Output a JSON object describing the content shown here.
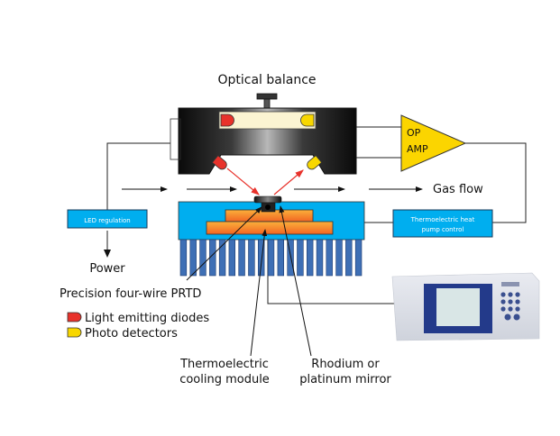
{
  "title": "Optical balance",
  "labels": {
    "optical_balance": "Optical balance",
    "op_amp_line1": "OP",
    "op_amp_line2": "AMP",
    "gas_flow": "Gas flow",
    "led_regulation": "LED regulation",
    "heat_pump_line1": "Thermoelectric heat",
    "heat_pump_line2": "pump control",
    "power": "Power",
    "prtd": "Precision four-wire PRTD",
    "cooling_line1": "Thermoelectric",
    "cooling_line2": "cooling module",
    "mirror_line1": "Rhodium or",
    "mirror_line2": "platinum mirror"
  },
  "legend": [
    {
      "label": "Light emitting diodes",
      "color": "#e8322b"
    },
    {
      "label": "Photo detectors",
      "color": "#f8d700"
    }
  ],
  "colors": {
    "box_blue": "#00aeef",
    "fin_blue": "#3e6fb5",
    "op_amp_yellow": "#fbd500",
    "beam_red": "#e8322b",
    "led_red": "#e8322b",
    "detector_yellow": "#f8d700",
    "peltier_orange": "#f7941d"
  }
}
